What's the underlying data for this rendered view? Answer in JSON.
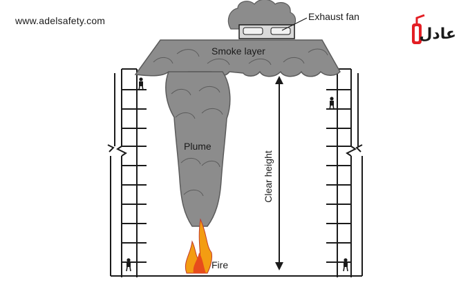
{
  "header": {
    "url": "www.adelsafety.com"
  },
  "logo": {
    "text": "عادل",
    "accent_color": "#e31e24"
  },
  "labels": {
    "exhaust_fan": "Exhaust fan",
    "smoke_layer": "Smoke layer",
    "plume": "Plume",
    "clear_height": "Clear height",
    "fire": "Fire"
  },
  "colors": {
    "smoke": "#8c8c8c",
    "smoke_outline": "#5a5a5a",
    "line": "#1a1a1a",
    "flame_outer": "#f39c12",
    "flame_inner": "#e74c1c"
  }
}
